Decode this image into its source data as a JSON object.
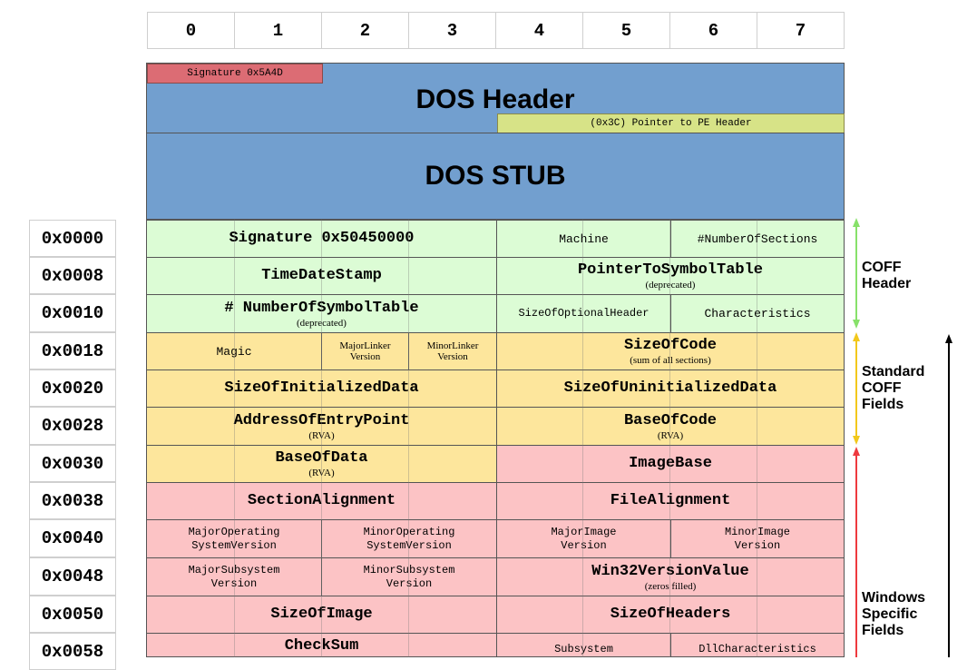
{
  "column_headers": [
    "0",
    "1",
    "2",
    "3",
    "4",
    "5",
    "6",
    "7"
  ],
  "offsets": [
    "0x0000",
    "0x0008",
    "0x0010",
    "0x0018",
    "0x0020",
    "0x0028",
    "0x0030",
    "0x0038",
    "0x0040",
    "0x0048",
    "0x0050",
    "0x0058"
  ],
  "dos_header": {
    "title": "DOS Header",
    "signature": "Signature 0x5A4D",
    "pe_pointer": "(0x3C) Pointer to PE Header"
  },
  "dos_stub": {
    "title": "DOS STUB"
  },
  "fields": {
    "signature": "Signature 0x50450000",
    "machine": "Machine",
    "number_of_sections": "#NumberOfSections",
    "time_date_stamp": "TimeDateStamp",
    "pointer_to_symbol_table": "PointerToSymbolTable",
    "pointer_to_symbol_table_note": "(deprecated)",
    "number_of_symbol_table": "# NumberOfSymbolTable",
    "number_of_symbol_table_note": "(deprecated)",
    "size_of_optional_header": "SizeOfOptionalHeader",
    "characteristics": "Characteristics",
    "magic": "Magic",
    "major_linker_version_1": "MajorLinker",
    "major_linker_version_2": "Version",
    "minor_linker_version_1": "MinorLinker",
    "minor_linker_version_2": "Version",
    "size_of_code": "SizeOfCode",
    "size_of_code_note": "(sum of all sections)",
    "size_of_initialized_data": "SizeOfInitializedData",
    "size_of_uninitialized_data": "SizeOfUninitializedData",
    "address_of_entry_point": "AddressOfEntryPoint",
    "address_of_entry_point_note": "(RVA)",
    "base_of_code": "BaseOfCode",
    "base_of_code_note": "(RVA)",
    "base_of_data": "BaseOfData",
    "base_of_data_note": "(RVA)",
    "image_base": "ImageBase",
    "section_alignment": "SectionAlignment",
    "file_alignment": "FileAlignment",
    "major_os_version_1": "MajorOperating",
    "major_os_version_2": "SystemVersion",
    "minor_os_version_1": "MinorOperating",
    "minor_os_version_2": "SystemVersion",
    "major_image_version_1": "MajorImage",
    "major_image_version_2": "Version",
    "minor_image_version_1": "MinorImage",
    "minor_image_version_2": "Version",
    "major_subsystem_version_1": "MajorSubsystem",
    "major_subsystem_version_2": "Version",
    "minor_subsystem_version_1": "MinorSubsystem",
    "minor_subsystem_version_2": "Version",
    "win32_version_value": "Win32VersionValue",
    "win32_version_value_note": "(zeros filled)",
    "size_of_image": "SizeOfImage",
    "size_of_headers": "SizeOfHeaders",
    "checksum": "CheckSum",
    "subsystem": "Subsystem",
    "dll_characteristics": "DllCharacteristics"
  },
  "side_labels": {
    "coff_header_1": "COFF",
    "coff_header_2": "Header",
    "standard_coff_1": "Standard",
    "standard_coff_2": "COFF",
    "standard_coff_3": "Fields",
    "windows_specific_1": "Windows",
    "windows_specific_2": "Specific",
    "windows_specific_3": "Fields"
  },
  "colors": {
    "coff": "#dcfcd5",
    "standard": "#fde69c",
    "windows": "#fcc3c5",
    "dos": "#729fcf",
    "signature": "#dc6c74",
    "pe_pointer": "#d7e387",
    "arrow_green": "#87e16a",
    "arrow_yellow": "#f2c81b",
    "arrow_red": "#ee3a3f",
    "arrow_black": "#000000"
  }
}
